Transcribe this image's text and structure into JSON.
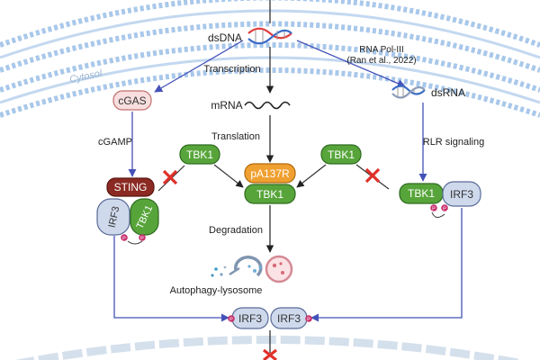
{
  "labels": {
    "dsdna": "dsDNA",
    "cytosol": "Cytosol",
    "transcription": "Transcription",
    "mrna": "mRNA",
    "translation": "Translation",
    "degradation": "Degradation",
    "autophagy_lysosome": "Autophagy-lysosome",
    "cgamp": "cGAMP",
    "rna_pol_iii": "RNA Pol-III",
    "citation": "(Ran et al., 2022)",
    "dsrna": "dsRNA",
    "rlr_signaling": "RLR signaling"
  },
  "nodes": {
    "cgas": "cGAS",
    "sting": "STING",
    "irf3_left": "IRF3",
    "tbk1_left_complex": "TBK1",
    "tbk1_left_free": "TBK1",
    "pa137r": "pA137R",
    "tbk1_center": "TBK1",
    "tbk1_right_free": "TBK1",
    "tbk1_right_complex": "TBK1",
    "irf3_right": "IRF3",
    "irf3_dimer_a": "IRF3",
    "irf3_dimer_b": "IRF3",
    "phospho_mark": "P"
  },
  "colors": {
    "tbk1_green": "#57a53a",
    "tbk1_green_dark": "#2f6b21",
    "sting_red": "#8a2a22",
    "pa137r_orange": "#f0a030",
    "irf3_fill": "#cfd9ec",
    "irf3_stroke": "#5a6c98",
    "cgas_fill": "#f8dede",
    "cgas_stroke": "#c07070",
    "inhibit_red": "#e0302a",
    "pathway_blue": "#4452b8",
    "membrane_blue": "#a9c8ea",
    "phospho_pink": "#c8326e"
  }
}
